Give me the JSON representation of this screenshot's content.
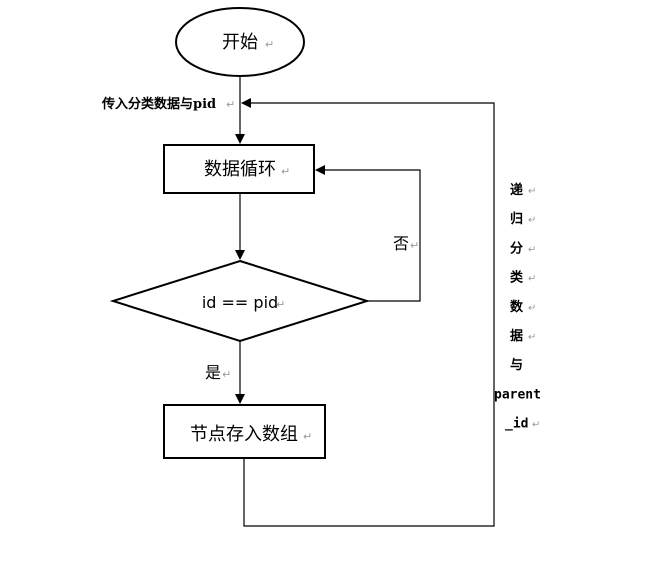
{
  "nodes": {
    "start": {
      "label": "开始"
    },
    "loop": {
      "label": "数据循环"
    },
    "decision": {
      "label": "id == pid"
    },
    "store": {
      "label": "节点存入数组"
    }
  },
  "labels": {
    "input": "传入分类数据与pid",
    "no": "否",
    "yes": "是",
    "recursion_chars": [
      "递",
      "归",
      "分",
      "类",
      "数",
      "据",
      "与",
      "parent",
      "_id"
    ]
  },
  "paragraph_mark": "↵",
  "colors": {
    "stroke": "#000000",
    "text": "#000000",
    "mark": "#9a9a9a"
  }
}
